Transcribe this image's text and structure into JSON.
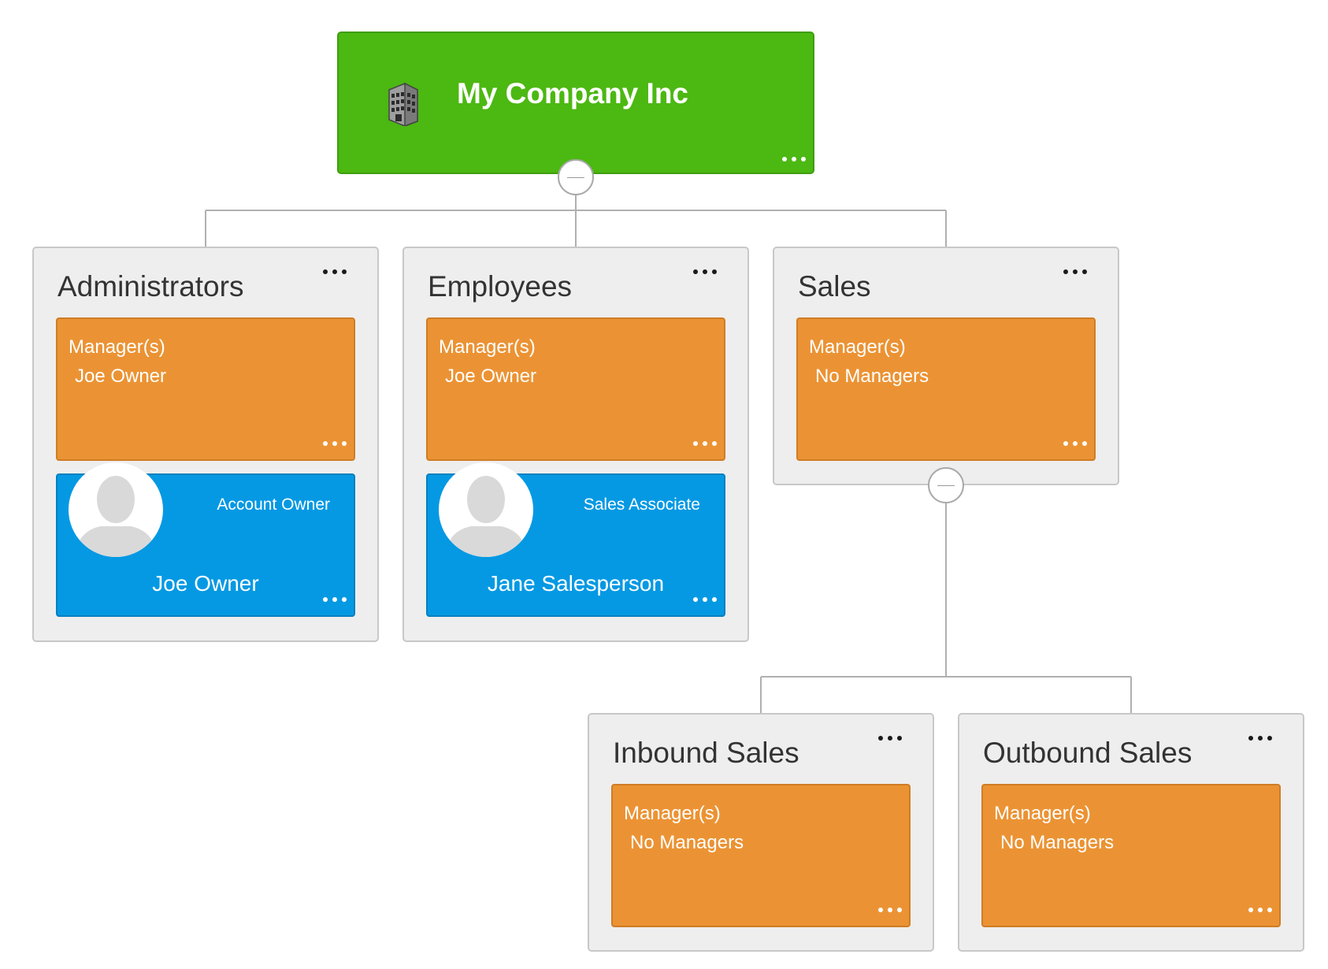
{
  "colors": {
    "root": "#4cb812",
    "group": "#eeeeee",
    "manager": "#eb9334",
    "person": "#0599e3",
    "connector": "#b0b0b0"
  },
  "root": {
    "title": "My Company Inc",
    "icon": "office-building-icon"
  },
  "groups": {
    "administrators": {
      "title": "Administrators",
      "manager_label": "Manager(s)",
      "manager_value": "Joe Owner",
      "person": {
        "role": "Account Owner",
        "name": "Joe Owner"
      }
    },
    "employees": {
      "title": "Employees",
      "manager_label": "Manager(s)",
      "manager_value": "Joe Owner",
      "person": {
        "role": "Sales Associate",
        "name": "Jane Salesperson"
      }
    },
    "sales": {
      "title": "Sales",
      "manager_label": "Manager(s)",
      "manager_value": "No Managers"
    },
    "inbound_sales": {
      "title": "Inbound Sales",
      "manager_label": "Manager(s)",
      "manager_value": "No Managers"
    },
    "outbound_sales": {
      "title": "Outbound Sales",
      "manager_label": "Manager(s)",
      "manager_value": "No Managers"
    }
  }
}
